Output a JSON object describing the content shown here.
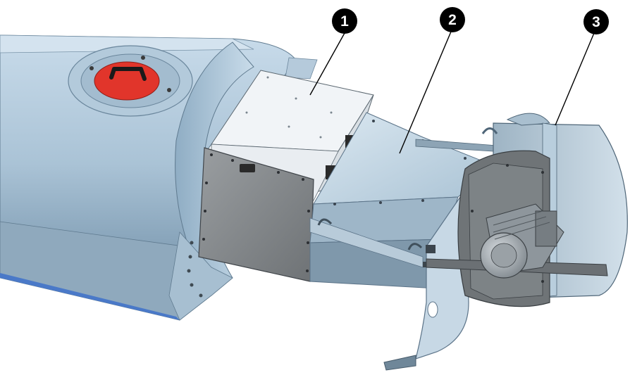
{
  "callouts": [
    {
      "id": "1",
      "label": "1"
    },
    {
      "id": "2",
      "label": "2"
    },
    {
      "id": "3",
      "label": "3"
    }
  ],
  "colors": {
    "housing_light": "#b9d0e2",
    "housing_mid": "#9cb7cc",
    "housing_dark": "#6f8ea6",
    "hatch_red": "#e1352b",
    "plate_gray": "#8b8f92",
    "white_box": "#f4f6f8",
    "duct": "#c9dbe8",
    "motor": "#a9b0b6",
    "callout_fill": "#000000",
    "callout_text": "#ffffff"
  },
  "icons": [
    "hatch-handle-icon",
    "motor-icon"
  ]
}
